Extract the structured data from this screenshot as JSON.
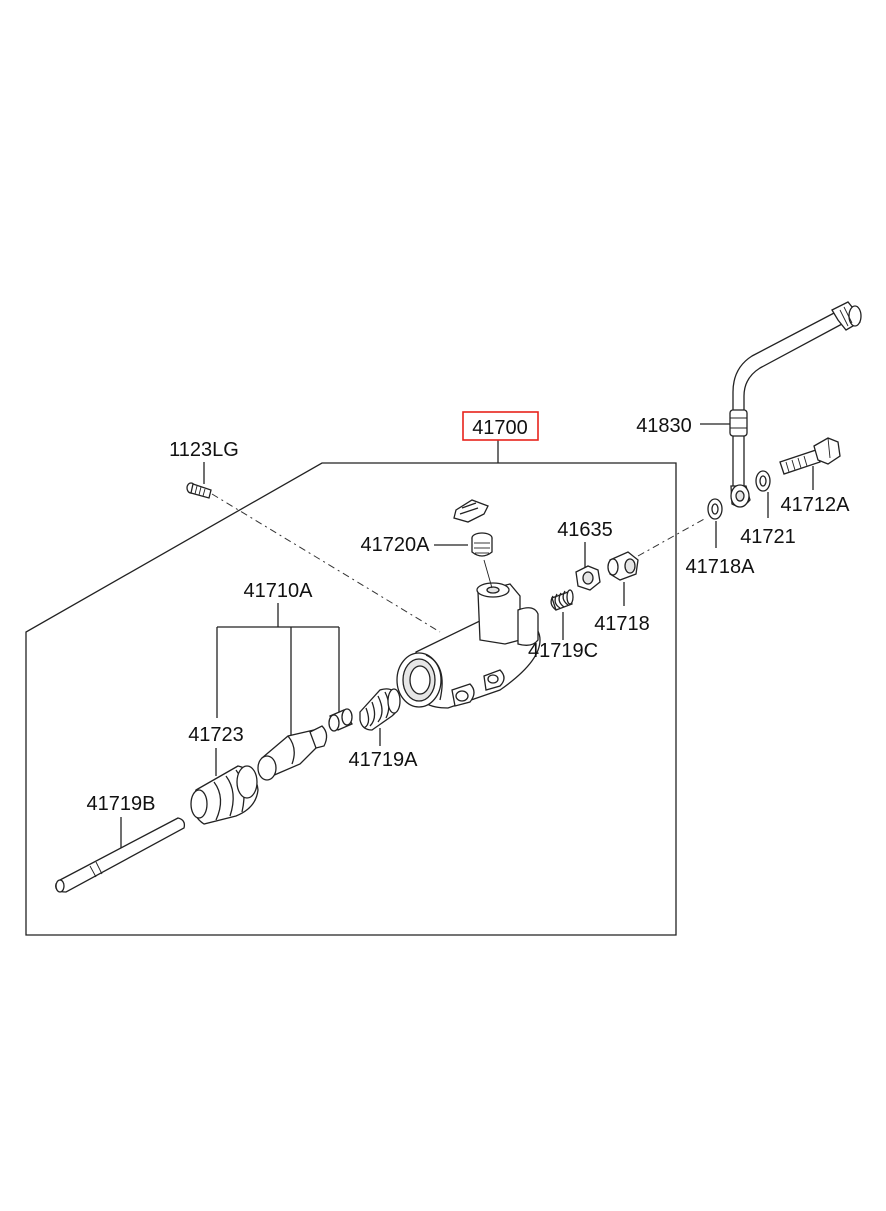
{
  "diagram": {
    "highlight_color": "#e8231c",
    "line_color": "#222222",
    "labels": {
      "main_assembly": "41700",
      "bolt": "1123LG",
      "bleeder": "41720A",
      "kit": "41710A",
      "seal": "41723",
      "boot": "41719A",
      "pushrod": "41719B",
      "spring": "41719C",
      "nut": "41635",
      "retainer": "41718",
      "gasket_a": "41718A",
      "hose": "41830",
      "gasket": "41721",
      "union_bolt": "41712A"
    }
  }
}
